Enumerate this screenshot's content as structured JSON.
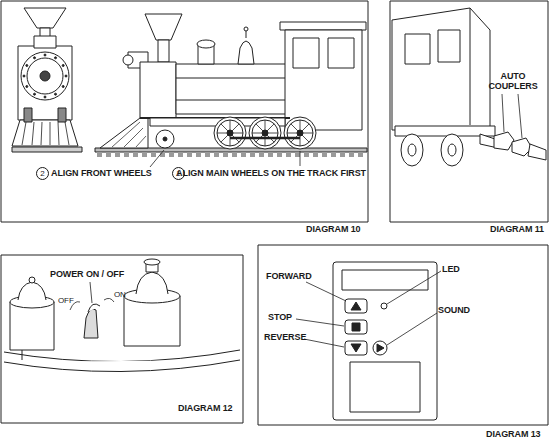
{
  "diagram": {
    "labels": [
      "2",
      "ALIGN FRONT WHEELS",
      "1",
      "ALIGN MAIN WHEELS ON THE TRACK FIRST",
      "DIAGRAM 10",
      "AUTO COUPLERS",
      "DIAGRAM 11",
      "POWER ON / OFF",
      "OFF",
      "ON",
      "DIAGRAM 12",
      "FORWARD",
      "LED",
      "STOP",
      "SOUND",
      "REVERSE",
      "DIAGRAM 13"
    ]
  }
}
